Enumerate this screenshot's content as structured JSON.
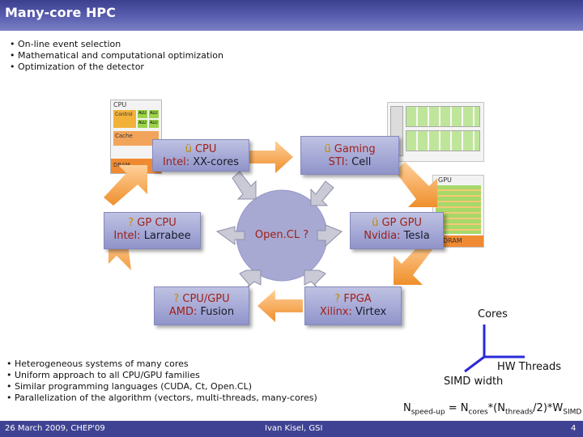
{
  "title": "Many-core HPC",
  "bullets_top": [
    "On-line event selection",
    "Mathematical and computational optimization",
    "Optimization of the detector"
  ],
  "cpu_diagram": {
    "cpu": "CPU",
    "control": "Control",
    "alu": "ALU",
    "cache": "Cache",
    "dram": "DRAM"
  },
  "gpu_diagram": {
    "gpu": "GPU",
    "dram": "DRAM"
  },
  "boxes": {
    "cpu": {
      "mark": "ü",
      "l1": "CPU",
      "vendor": "Intel:",
      "product": "XX-cores"
    },
    "gaming": {
      "mark": "ü",
      "l1": "Gaming",
      "vendor": "STI:",
      "product": "Cell"
    },
    "gpcpu": {
      "mark": "?",
      "l1": "GP CPU",
      "vendor": "Intel:",
      "product": "Larrabee"
    },
    "gpgpu": {
      "mark": "ü",
      "l1": "GP GPU",
      "vendor": "Nvidia:",
      "product": "Tesla"
    },
    "cpugpu": {
      "mark": "?",
      "l1": "CPU/GPU",
      "vendor": "AMD:",
      "product": "Fusion"
    },
    "fpga": {
      "mark": "?",
      "l1": "FPGA",
      "vendor": "Xilinx:",
      "product": "Virtex"
    }
  },
  "center": "Open.CL ?",
  "axes": {
    "cores": "Cores",
    "hw_threads": "HW Threads",
    "simd_width": "SIMD width"
  },
  "formula": {
    "n": "N",
    "sub_speedup": "speed-up",
    "eq": " = N",
    "sub_cores": "cores",
    "mid": "*(N",
    "sub_threads": "threads",
    "tail": "/2)*W",
    "sub_simd": "SIMD"
  },
  "bullets_bottom": [
    "Heterogeneous systems of many cores",
    "Uniform approach to all CPU/GPU families",
    "Similar programming languages (CUDA, Ct, Open.CL)",
    "Parallelization of the algorithm (vectors, multi-threads, many-cores)"
  ],
  "footer": {
    "date": "26 March 2009, CHEP'09",
    "author": "Ivan Kisel, GSI",
    "page": "4"
  },
  "colors": {
    "title_bar": "#4a4ea0",
    "box": "#a9acd8",
    "arrow": "#f7a541",
    "vendor": "#a02018"
  }
}
